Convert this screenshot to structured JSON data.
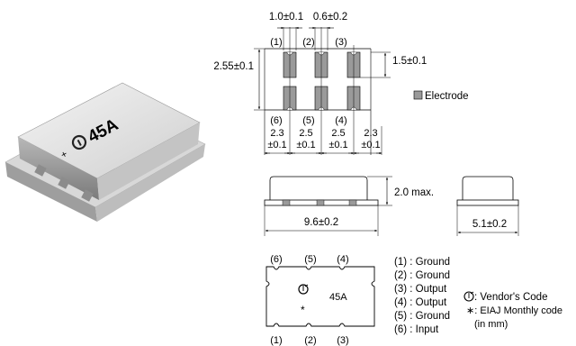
{
  "photo": {
    "marking_text": "45A"
  },
  "top_view": {
    "pad_width": "1.0±0.1",
    "pad_gap": "0.6±0.2",
    "overall_height": "2.55±0.1",
    "pad_height": "1.5±0.1",
    "top_pins": [
      "(1)",
      "(2)",
      "(3)"
    ],
    "bottom_pins": [
      "(6)",
      "(5)",
      "(4)"
    ],
    "pitches": [
      {
        "top": "2.3",
        "bottom": "±0.1"
      },
      {
        "top": "2.5",
        "bottom": "±0.1"
      },
      {
        "top": "2.5",
        "bottom": "±0.1"
      },
      {
        "top": "2.3",
        "bottom": "±0.1"
      }
    ],
    "legend": "Electrode"
  },
  "side_view": {
    "height": "2.0 max.",
    "length": "9.6±0.2",
    "width": "5.1±0.2"
  },
  "marking_view": {
    "top_pins": [
      "(6)",
      "(5)",
      "(4)"
    ],
    "bottom_pins": [
      "(1)",
      "(2)",
      "(3)"
    ],
    "marking_text": "45A",
    "asterisk": "*"
  },
  "pin_list": [
    "(1) : Ground",
    "(2) : Ground",
    "(3) : Output",
    "(4) : Output",
    "(5) : Ground",
    "(6) : Input"
  ],
  "notes": {
    "vendor_code": ": Vendor's Code",
    "eiaj_code": "∗: EIAJ Monthly code",
    "units": "(in mm)"
  },
  "colors": {
    "electrode": "#9a9a9a",
    "outline": "#000000"
  }
}
